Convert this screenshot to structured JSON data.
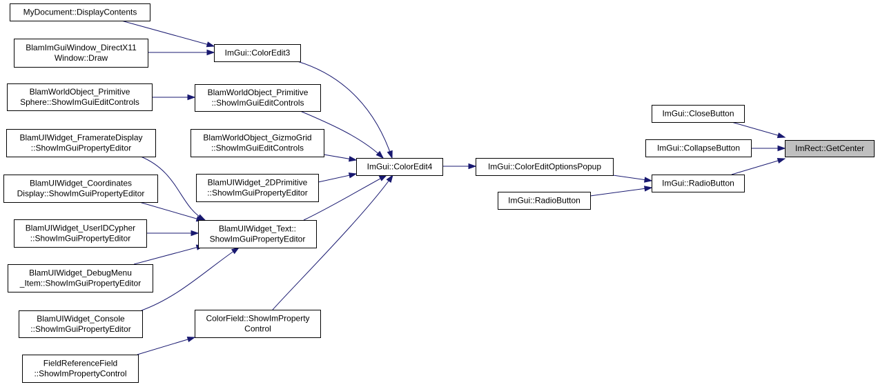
{
  "colors": {
    "edge": "#191970",
    "node_fill": "#ffffff",
    "node_border": "#000000",
    "highlight_fill": "#bfbfbf"
  },
  "nodes": [
    {
      "id": "n_getcenter",
      "lines": [
        "ImRect::GetCenter"
      ],
      "highlight": true
    },
    {
      "id": "n_closebutton",
      "lines": [
        "ImGui::CloseButton"
      ]
    },
    {
      "id": "n_collapsebutton",
      "lines": [
        "ImGui::CollapseButton"
      ]
    },
    {
      "id": "n_radiobutton1",
      "lines": [
        "ImGui::RadioButton"
      ]
    },
    {
      "id": "n_radiobutton2",
      "lines": [
        "ImGui::RadioButton"
      ]
    },
    {
      "id": "n_coloreditoptionspopup",
      "lines": [
        "ImGui::ColorEditOptionsPopup"
      ]
    },
    {
      "id": "n_coloredit4",
      "lines": [
        "ImGui::ColorEdit4"
      ]
    },
    {
      "id": "n_coloredit3",
      "lines": [
        "ImGui::ColorEdit3"
      ]
    },
    {
      "id": "n_mydocument",
      "lines": [
        "MyDocument::DisplayContents"
      ]
    },
    {
      "id": "n_blamimguiwindow",
      "lines": [
        "BlamImGuiWindow_DirectX11",
        "Window::Draw"
      ]
    },
    {
      "id": "n_primitive_edit",
      "lines": [
        "BlamWorldObject_Primitive",
        "::ShowImGuiEditControls"
      ]
    },
    {
      "id": "n_primitive_sphere",
      "lines": [
        "BlamWorldObject_Primitive",
        "Sphere::ShowImGuiEditControls"
      ]
    },
    {
      "id": "n_gizmogrid",
      "lines": [
        "BlamWorldObject_GizmoGrid",
        "::ShowImGuiEditControls"
      ]
    },
    {
      "id": "n_2dprimitive",
      "lines": [
        "BlamUIWidget_2DPrimitive",
        "::ShowImGuiPropertyEditor"
      ]
    },
    {
      "id": "n_text",
      "lines": [
        "BlamUIWidget_Text::",
        "ShowImGuiPropertyEditor"
      ]
    },
    {
      "id": "n_framerate",
      "lines": [
        "BlamUIWidget_FramerateDisplay",
        "::ShowImGuiPropertyEditor"
      ]
    },
    {
      "id": "n_coordinates",
      "lines": [
        "BlamUIWidget_Coordinates",
        "Display::ShowImGuiPropertyEditor"
      ]
    },
    {
      "id": "n_useridcypher",
      "lines": [
        "BlamUIWidget_UserIDCypher",
        "::ShowImGuiPropertyEditor"
      ]
    },
    {
      "id": "n_debugmenu",
      "lines": [
        "BlamUIWidget_DebugMenu",
        "_Item::ShowImGuiPropertyEditor"
      ]
    },
    {
      "id": "n_console",
      "lines": [
        "BlamUIWidget_Console",
        "::ShowImGuiPropertyEditor"
      ]
    },
    {
      "id": "n_colorfield",
      "lines": [
        "ColorField::ShowImProperty",
        "Control"
      ]
    },
    {
      "id": "n_fieldreference",
      "lines": [
        "FieldReferenceField",
        "::ShowImPropertyControl"
      ]
    }
  ],
  "edges": [
    {
      "from": "n_closebutton",
      "to": "n_getcenter"
    },
    {
      "from": "n_collapsebutton",
      "to": "n_getcenter"
    },
    {
      "from": "n_radiobutton1",
      "to": "n_getcenter"
    },
    {
      "from": "n_coloreditoptionspopup",
      "to": "n_radiobutton1"
    },
    {
      "from": "n_radiobutton2",
      "to": "n_radiobutton1"
    },
    {
      "from": "n_coloredit4",
      "to": "n_coloreditoptionspopup"
    },
    {
      "from": "n_coloredit3",
      "to": "n_coloredit4"
    },
    {
      "from": "n_primitive_edit",
      "to": "n_coloredit4"
    },
    {
      "from": "n_gizmogrid",
      "to": "n_coloredit4"
    },
    {
      "from": "n_2dprimitive",
      "to": "n_coloredit4"
    },
    {
      "from": "n_text",
      "to": "n_coloredit4"
    },
    {
      "from": "n_colorfield",
      "to": "n_coloredit4"
    },
    {
      "from": "n_mydocument",
      "to": "n_coloredit3"
    },
    {
      "from": "n_blamimguiwindow",
      "to": "n_coloredit3"
    },
    {
      "from": "n_primitive_sphere",
      "to": "n_primitive_edit"
    },
    {
      "from": "n_framerate",
      "to": "n_text"
    },
    {
      "from": "n_coordinates",
      "to": "n_text"
    },
    {
      "from": "n_useridcypher",
      "to": "n_text"
    },
    {
      "from": "n_debugmenu",
      "to": "n_text"
    },
    {
      "from": "n_console",
      "to": "n_text"
    },
    {
      "from": "n_fieldreference",
      "to": "n_colorfield"
    }
  ]
}
